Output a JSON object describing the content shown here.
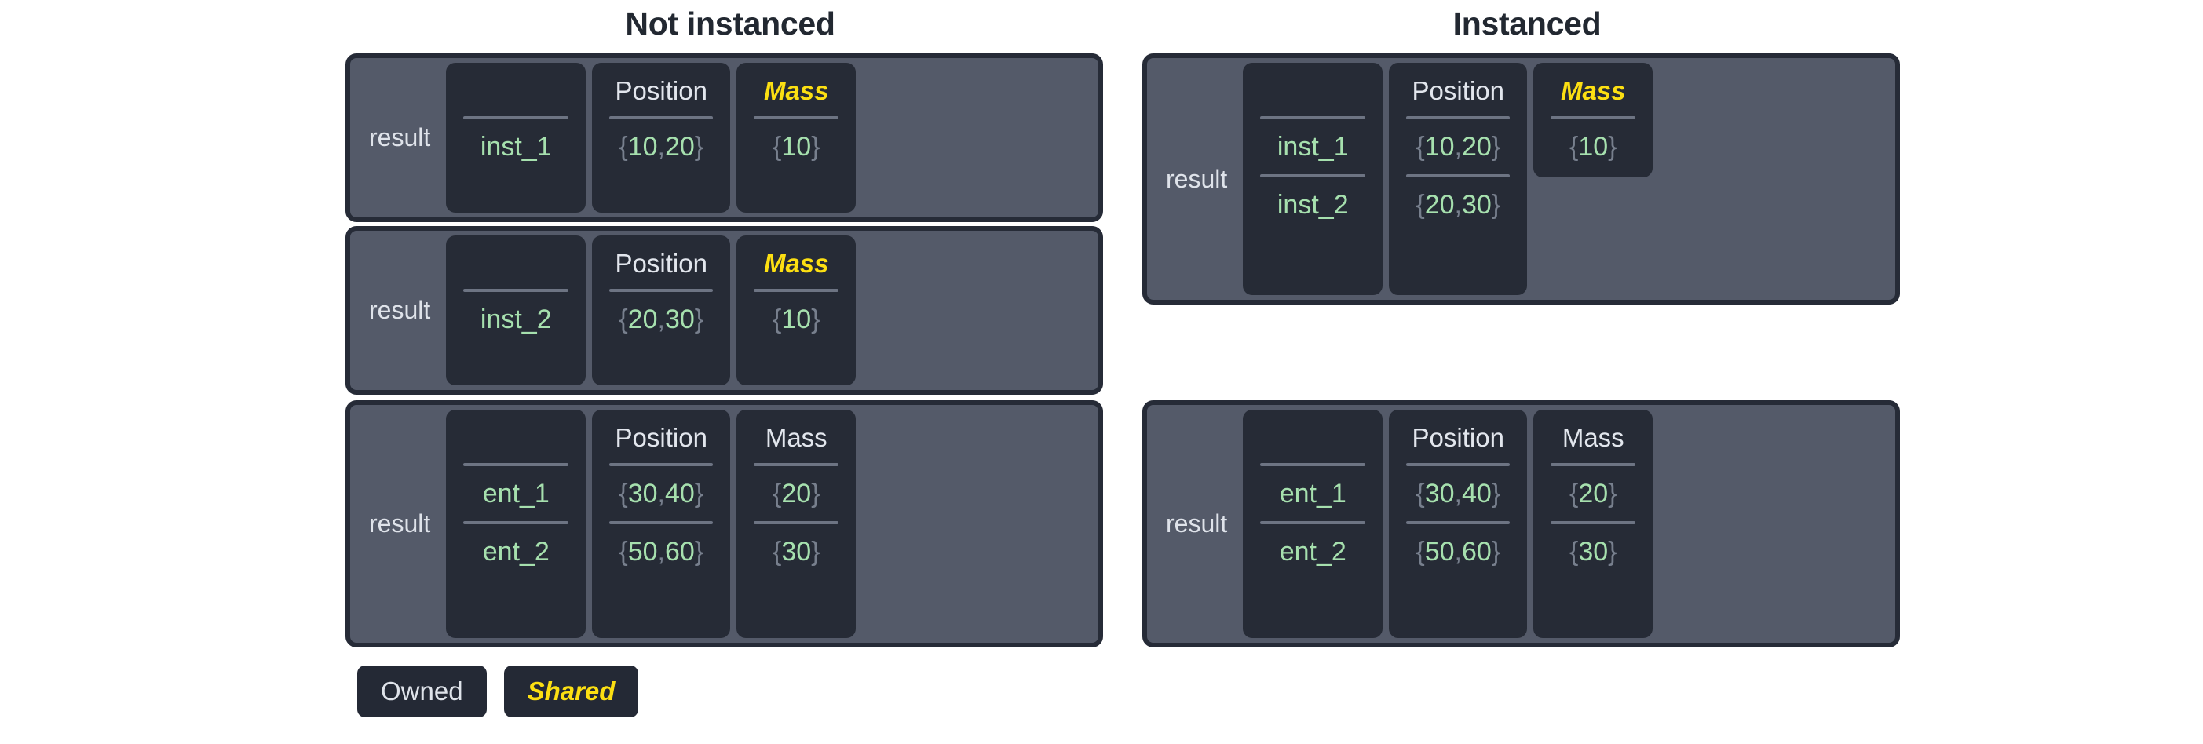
{
  "titles": {
    "left": "Not instanced",
    "right": "Instanced"
  },
  "labels": {
    "result": "result",
    "blank_header": ""
  },
  "headers": {
    "position": "Position",
    "mass": "Mass"
  },
  "colors": {
    "page_bg": "#ffffff",
    "title_text": "#222831",
    "panel_bg": "#545a69",
    "panel_border": "#262b37",
    "cell_bg": "#262b36",
    "header_text": "#e2e6ed",
    "value_green": "#a6e0ae",
    "brace_gray": "#777f8d",
    "shared_yellow": "#fcdf12",
    "rule": "#6d7483"
  },
  "blocks": {
    "left_top": {
      "label": "result",
      "rows": [
        {
          "name": "inst_1",
          "position": "{10, 20}",
          "mass": "{10}"
        }
      ],
      "mass_shared": true
    },
    "left_mid": {
      "label": "result",
      "rows": [
        {
          "name": "inst_2",
          "position": "{20, 30}",
          "mass": "{10}"
        }
      ],
      "mass_shared": true
    },
    "left_bottom": {
      "label": "result",
      "rows": [
        {
          "name": "ent_1",
          "position": "{30, 40}",
          "mass": "{20}"
        },
        {
          "name": "ent_2",
          "position": "{50, 60}",
          "mass": "{30}"
        }
      ],
      "mass_shared": false
    },
    "right_top": {
      "label": "result",
      "rows": [
        {
          "name": "inst_1",
          "position": "{10, 20}",
          "mass": "{10}"
        },
        {
          "name": "inst_2",
          "position": "{20, 30}",
          "mass": ""
        }
      ],
      "mass_shared": true
    },
    "right_bottom": {
      "label": "result",
      "rows": [
        {
          "name": "ent_1",
          "position": "{30, 40}",
          "mass": "{20}"
        },
        {
          "name": "ent_2",
          "position": "{50, 60}",
          "mass": "{30}"
        }
      ],
      "mass_shared": false
    }
  },
  "legend": {
    "owned": "Owned",
    "shared": "Shared"
  }
}
